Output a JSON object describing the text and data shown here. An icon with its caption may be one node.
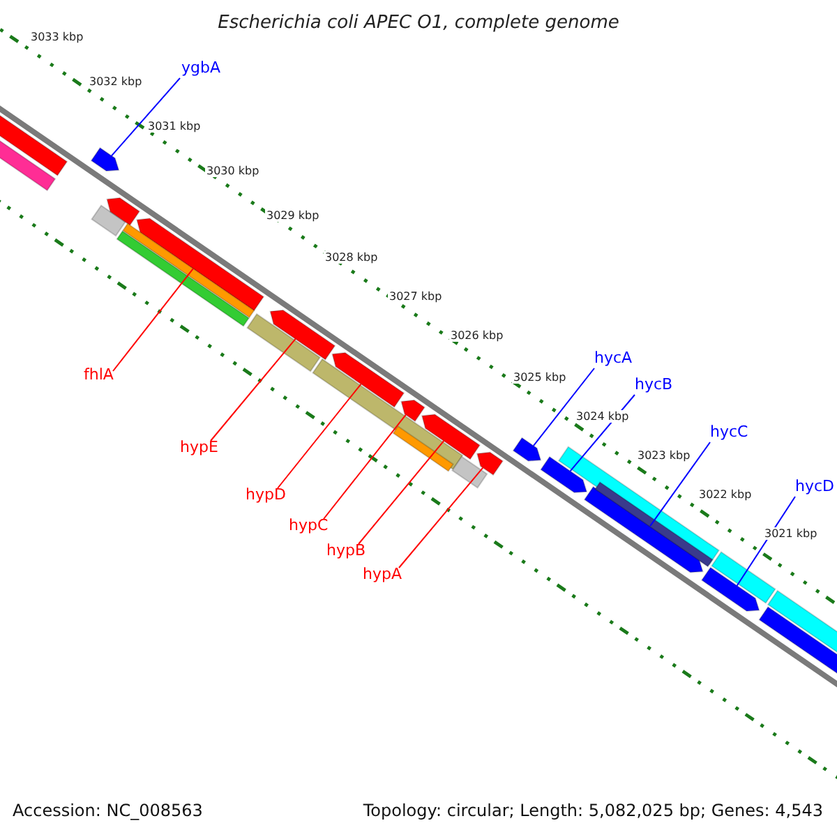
{
  "diagram": {
    "title": "Escherichia coli APEC O1, complete genome",
    "nodes": [
      {
        "text": [
          "ygbA"
        ]
      },
      {
        "text": [
          "hycA"
        ]
      },
      {
        "text": [
          "hycB"
        ]
      },
      {
        "text": [
          "fhlA"
        ]
      },
      {
        "text": [
          "hycC"
        ]
      },
      {
        "text": [
          "hypE"
        ]
      },
      {
        "text": [
          "hycD"
        ]
      },
      {
        "text": [
          "hypD"
        ]
      },
      {
        "text": [
          "hypC"
        ]
      },
      {
        "text": [
          "hypB"
        ]
      },
      {
        "text": [
          "hypA"
        ]
      },
      {
        "text": [],
        "shape": "arrow"
      },
      {
        "text": [],
        "shape": "arrow"
      },
      {
        "text": [],
        "shape": "arrow"
      },
      {
        "text": [],
        "shape": "arrow"
      },
      {
        "text": [],
        "shape": "arrow"
      },
      {
        "text": [],
        "shape": "arrow"
      },
      {
        "text": [],
        "shape": "arrow"
      },
      {
        "text": [],
        "shape": "arrow"
      },
      {
        "text": [],
        "shape": "arrow"
      },
      {
        "text": [],
        "shape": "arrow"
      },
      {
        "text": [],
        "shape": "arrow"
      }
    ],
    "edges": [
      {
        "from": 0,
        "to": 11,
        "arrow": "none",
        "color": "#0000ff"
      },
      {
        "from": 1,
        "to": 18,
        "arrow": "none",
        "color": "#0000ff"
      },
      {
        "from": 2,
        "to": 19,
        "arrow": "none",
        "color": "#0000ff"
      },
      {
        "from": 3,
        "to": 12,
        "arrow": "none"
      },
      {
        "from": 4,
        "to": 20,
        "arrow": "none",
        "color": "#0000ff"
      },
      {
        "from": 5,
        "to": 13,
        "arrow": "none"
      },
      {
        "from": 6,
        "to": 21,
        "arrow": "none",
        "color": "#0000ff"
      },
      {
        "from": 7,
        "to": 14,
        "arrow": "none"
      },
      {
        "from": 8,
        "to": 15,
        "arrow": "none"
      },
      {
        "from": 9,
        "to": 16,
        "arrow": "none"
      },
      {
        "from": 10,
        "to": 17,
        "arrow": "none"
      }
    ],
    "labels": [
      "3033 kbp",
      "3032 kbp",
      "3031 kbp",
      "3030 kbp",
      "3029 kbp",
      "3028 kbp",
      "3027 kbp",
      "3026 kbp",
      "3025 kbp",
      "3024 kbp",
      "3023 kbp",
      "3022 kbp",
      "3021 kbp",
      "Accession: NC_008563",
      "Topology: circular; Length: 5,082,025 bp; Genes: 4,543"
    ]
  }
}
